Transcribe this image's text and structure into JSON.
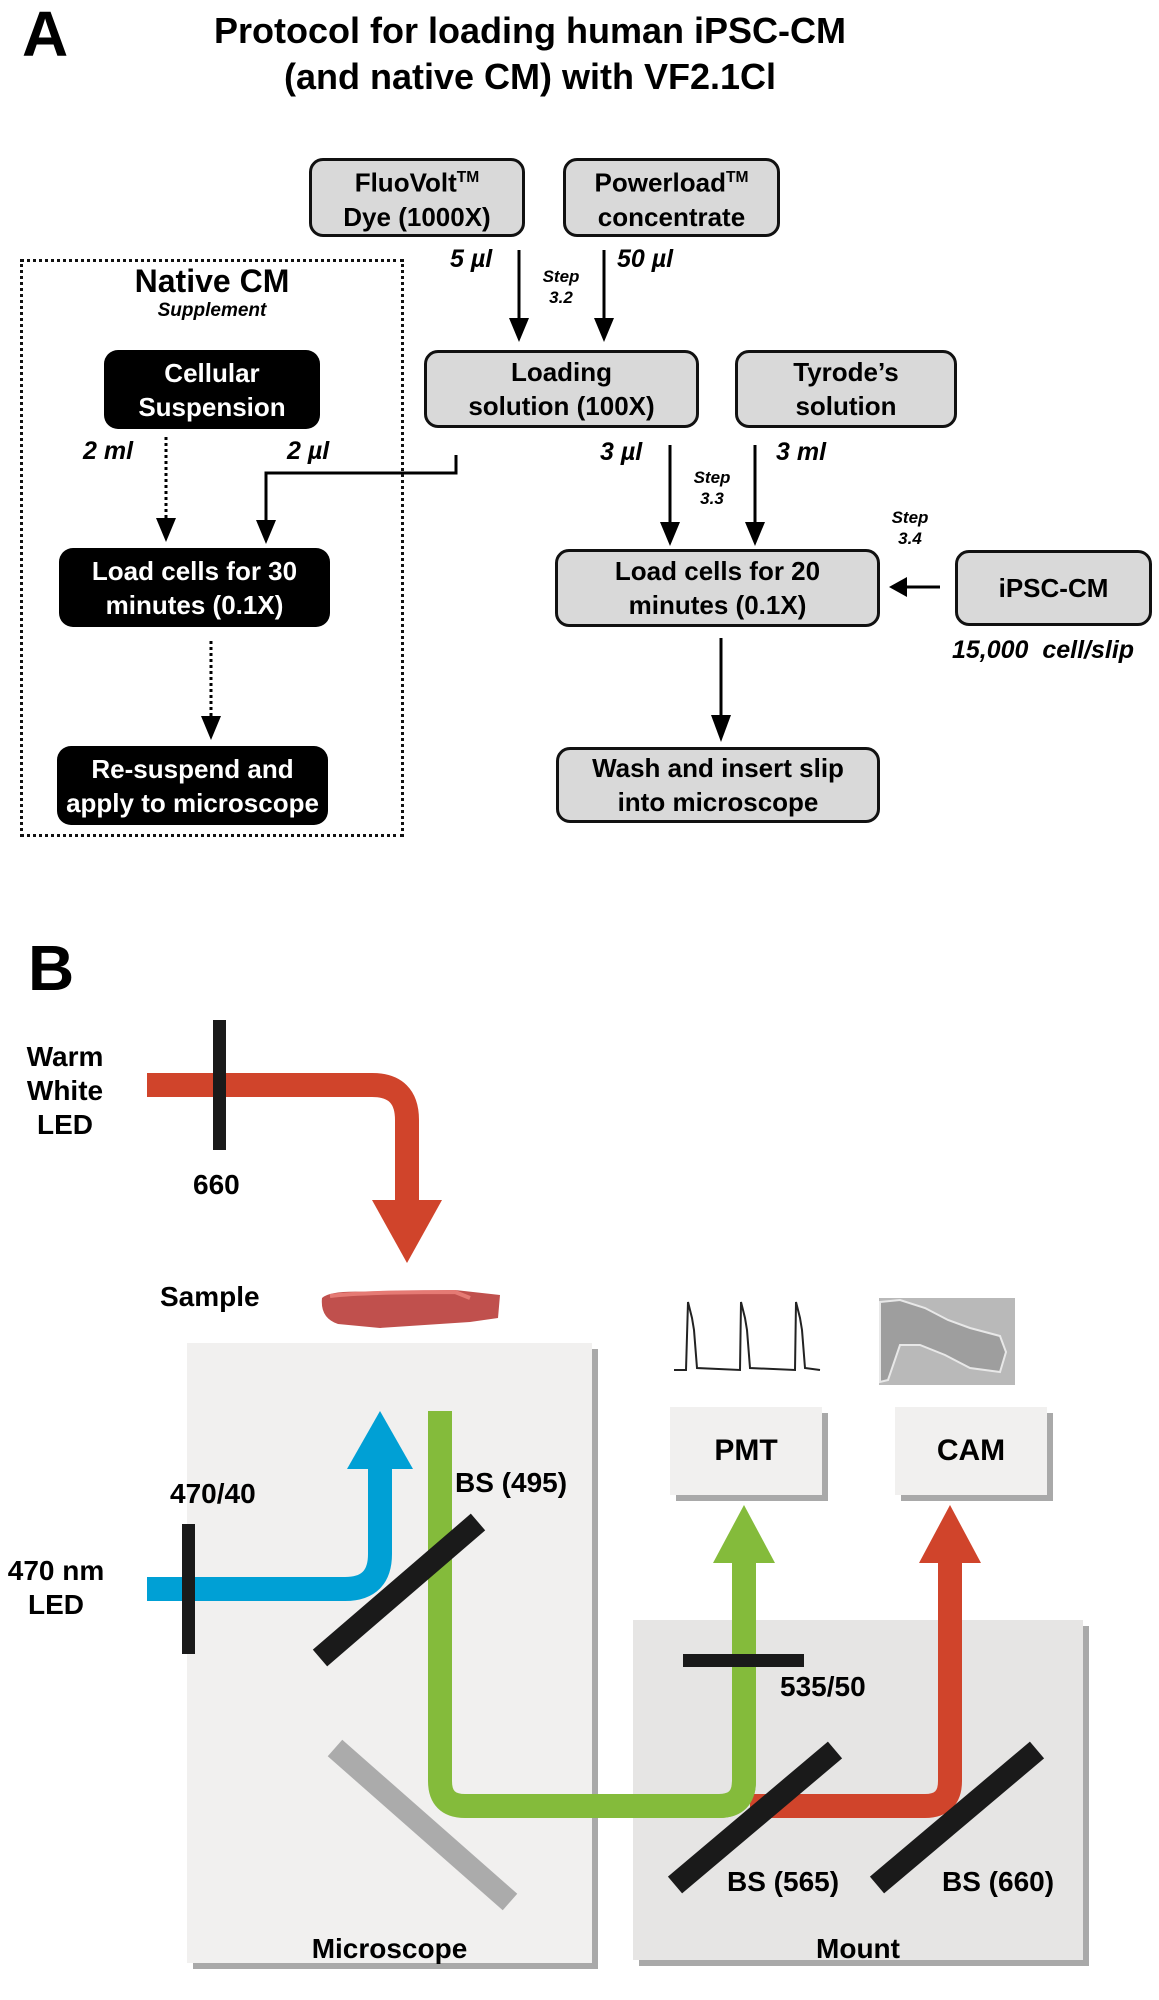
{
  "panel_a": {
    "letter": "A",
    "title_line1": "Protocol for loading human iPSC-CM",
    "title_line2": "(and native CM) with VF2.1Cl",
    "boxes": {
      "fluovolt": {
        "line1": "FluoVolt",
        "tm": "TM",
        "line2": "Dye (1000X)"
      },
      "powerload": {
        "line1": "Powerload",
        "tm": "TM",
        "line2": "concentrate"
      },
      "loading_solution": {
        "line1": "Loading",
        "line2": "solution (100X)"
      },
      "tyrodes": {
        "line1": "Tyrode’s",
        "line2": "solution"
      },
      "load_20": {
        "line1": "Load cells for 20",
        "line2": "minutes (0.1X)"
      },
      "ipsc_cm": {
        "label": "iPSC-CM"
      },
      "wash": {
        "line1": "Wash and insert slip",
        "line2": "into microscope"
      }
    },
    "native": {
      "title": "Native CM",
      "subtitle": "Supplement",
      "cellular_suspension": {
        "line1": "Cellular",
        "line2": "Suspension"
      },
      "load_30": {
        "line1": "Load cells for 30",
        "line2": "minutes (0.1X)"
      },
      "resuspend": {
        "line1": "Re-suspend and",
        "line2": "apply to microscope"
      },
      "amount_suspension": "2 ml",
      "amount_loading": "2 µl"
    },
    "amounts": {
      "fluovolt": "5 µl",
      "powerload": "50 µl",
      "loading": "3 µl",
      "tyrodes": "3 ml",
      "ipsc_density": "15,000  cell/slip"
    },
    "steps": {
      "s32": {
        "word": "Step",
        "num": "3.2"
      },
      "s33": {
        "word": "Step",
        "num": "3.3"
      },
      "s34": {
        "word": "Step",
        "num": "3.4"
      }
    }
  },
  "panel_b": {
    "letter": "B",
    "sources": {
      "warm_led": {
        "line1": "Warm",
        "line2": "White",
        "line3": "LED"
      },
      "blue_led": {
        "line1": "470 nm",
        "line2": "LED"
      }
    },
    "filters": {
      "f660": "660",
      "f470": "470/40",
      "f535": "535/50"
    },
    "beamsplitters": {
      "bs495": "BS (495)",
      "bs565": "BS (565)",
      "bs660": "BS (660)"
    },
    "sample_label": "Sample",
    "detectors": {
      "pmt": "PMT",
      "cam": "CAM"
    },
    "housings": {
      "microscope": "Microscope",
      "mount": "Mount"
    },
    "colors": {
      "red_beam": "#d0442b",
      "blue_beam": "#00a0d5",
      "green_beam": "#84bb3b",
      "filter": "#1a1a1a",
      "mirror": "#ababab",
      "microscope_body": "#f1f0ef",
      "mount_body": "#e6e5e4",
      "sample": "#c0504d"
    }
  }
}
